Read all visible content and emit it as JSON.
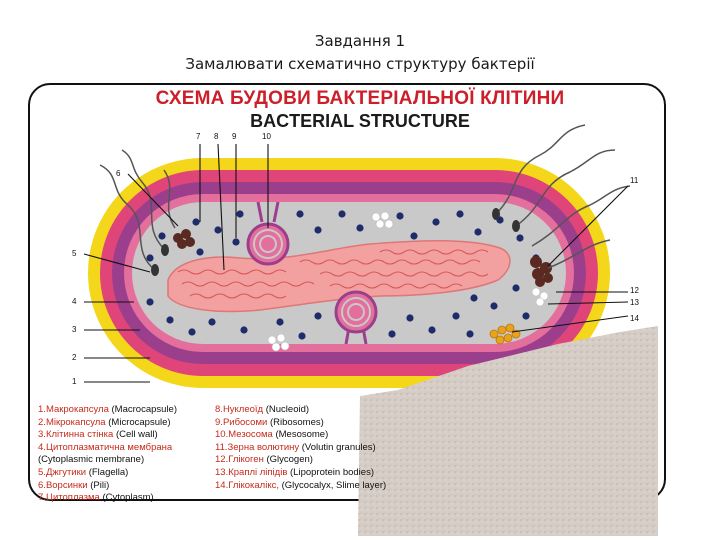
{
  "slide": {
    "title": "Завдання 1",
    "subtitle": "Замалювати схематично структуру бактерії"
  },
  "diagram": {
    "title_ua": "СХЕМА БУДОВИ БАКТЕРІАЛЬНОЇ КЛІТИНИ",
    "title_en": "BACTERIAL STRUCTURE",
    "callouts": [
      "1",
      "2",
      "3",
      "4",
      "5",
      "6",
      "7",
      "8",
      "9",
      "10",
      "11",
      "12",
      "13",
      "14"
    ],
    "legend_left": [
      {
        "num": "1.",
        "ua": "Макрокапсула",
        "en": "(Macrocapsule)"
      },
      {
        "num": "2.",
        "ua": "Мікрокапсула",
        "en": "(Microcapsule)"
      },
      {
        "num": "3.",
        "ua": "Клітинна стінка",
        "en": "(Cell wall)"
      },
      {
        "num": "4.",
        "ua": "Цитоплазматична мембрана",
        "en": ""
      },
      {
        "num": "",
        "ua": "",
        "en": "(Cytoplasmic membrane)"
      },
      {
        "num": "5.",
        "ua": "Джгутики",
        "en": "(Flagella)"
      },
      {
        "num": "6.",
        "ua": "Ворсинки",
        "en": "(Pili)"
      },
      {
        "num": "7.",
        "ua": "Цитоплазма",
        "en": "(Cytoplasm)"
      }
    ],
    "legend_right": [
      {
        "num": "8.",
        "ua": "Нуклеоїд",
        "en": "(Nucleoid)"
      },
      {
        "num": "9.",
        "ua": "Рибосоми",
        "en": "(Ribosomes)"
      },
      {
        "num": "10.",
        "ua": "Мезосома",
        "en": "(Mesosome)"
      },
      {
        "num": "11.",
        "ua": "Зерна волютину",
        "en": "(Volutin granules)"
      },
      {
        "num": "12.",
        "ua": "Глікоген",
        "en": "(Glycogen)"
      },
      {
        "num": "13.",
        "ua": "Краплі ліпідів",
        "en": "(Lipoprotein bodies)"
      },
      {
        "num": "14.",
        "ua": "Глікокалікс,",
        "en": "(Glycocalyx, Slime layer)"
      }
    ]
  },
  "colors": {
    "capsule_outer": "#f4d61a",
    "capsule_inner": "#e0457a",
    "cell_wall": "#9b3f8d",
    "cytoplasm": "#c9c9c9",
    "nucleoid": "#f2a0a0",
    "ribosome": "#1f2c6b",
    "title_red": "#cc1f2a"
  }
}
